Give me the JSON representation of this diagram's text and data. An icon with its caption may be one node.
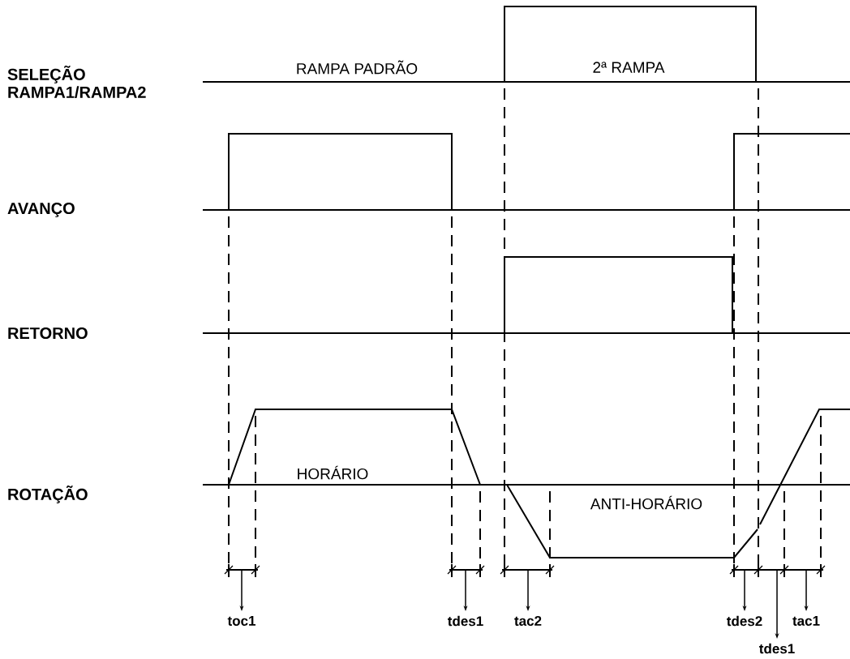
{
  "diagram": {
    "labels": [
      "SELEÇÃO RAMPA1/RAMPA2",
      "RAMPA PADRÃO",
      "2ª RAMPA",
      "AVANÇO",
      "RETORNO",
      "HORÁRIO",
      "ROTAÇÃO",
      "ANTI-HORÁRIO",
      "toc1",
      "tdes1",
      "tac2",
      "tdes2",
      "tac1",
      "tdes1"
    ]
  }
}
